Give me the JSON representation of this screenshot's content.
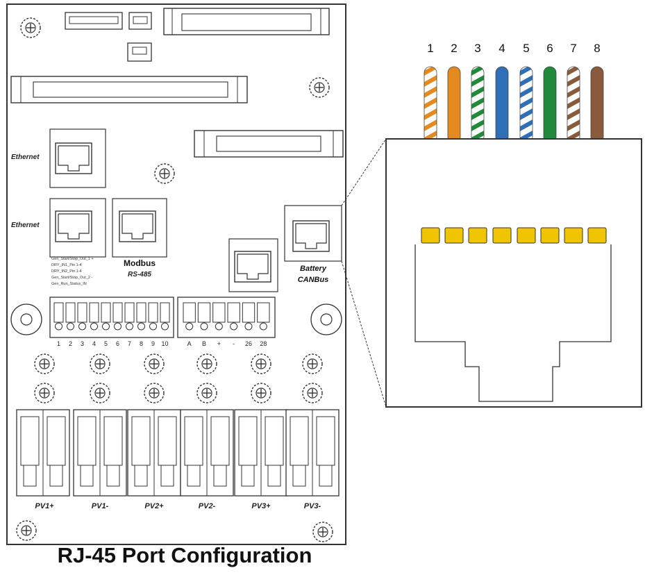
{
  "board": {
    "label_ethernet_top": "Ethernet",
    "label_ethernet_bottom": "Ethernet",
    "modbus_line1": "Modbus",
    "modbus_line2": "RS-485",
    "battery_line1": "Battery",
    "battery_line2": "CANBus",
    "pin_notes": [
      "Gen_Start/Stop_Out_1 +",
      "DRY_IN1_Pin 1-4",
      "DRY_IN2_Pin 1-4",
      "Gen_Start/Stop_Out_2 -",
      "Gen_Run_Status_IN"
    ],
    "terminal_numbers_left": [
      "1",
      "2",
      "3",
      "4",
      "5",
      "6",
      "7",
      "8",
      "9",
      "10"
    ],
    "terminal_numbers_right": [
      "A",
      "B",
      "+",
      "-",
      "26",
      "28"
    ],
    "pv_labels": [
      "PV1+",
      "PV1-",
      "PV2+",
      "PV2-",
      "PV3+",
      "PV3-"
    ]
  },
  "connector": {
    "pin_numbers": [
      "1",
      "2",
      "3",
      "4",
      "5",
      "6",
      "7",
      "8"
    ],
    "wire_colors": [
      {
        "base": "#ffffff",
        "stripe": "#e58a1f"
      },
      {
        "base": "#e58a1f",
        "stripe": "#e58a1f"
      },
      {
        "base": "#ffffff",
        "stripe": "#1f8a3c"
      },
      {
        "base": "#2f6fb8",
        "stripe": "#2f6fb8"
      },
      {
        "base": "#ffffff",
        "stripe": "#2f6fb8"
      },
      {
        "base": "#1f8a3c",
        "stripe": "#1f8a3c"
      },
      {
        "base": "#ffffff",
        "stripe": "#8a5a3c"
      },
      {
        "base": "#8a5a3c",
        "stripe": "#8a5a3c"
      }
    ],
    "contact_color": "#f1c400"
  },
  "caption": "RJ-45 Port Configuration"
}
